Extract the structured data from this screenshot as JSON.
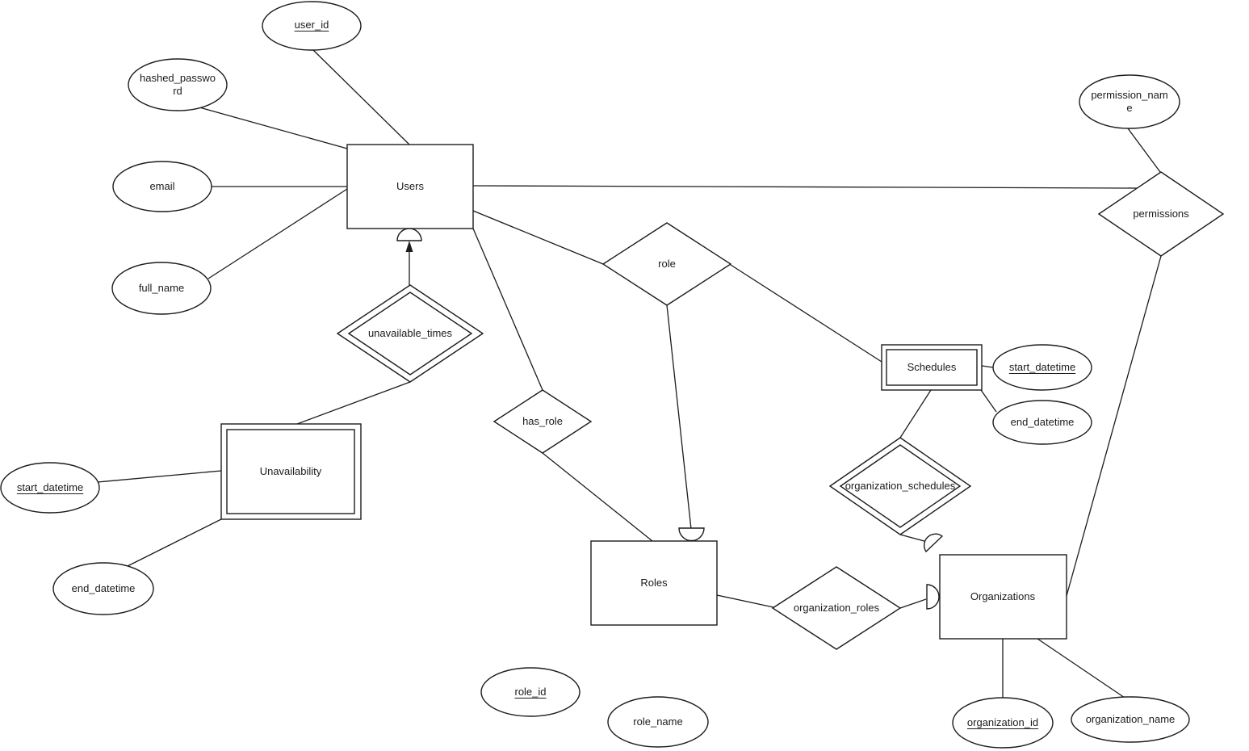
{
  "diagram": {
    "type": "entity-relationship-diagram",
    "entities": {
      "users": {
        "label": "Users",
        "weak": false
      },
      "unavailability": {
        "label": "Unavailability",
        "weak": true
      },
      "schedules": {
        "label": "Schedules",
        "weak": true
      },
      "roles": {
        "label": "Roles",
        "weak": false
      },
      "organizations": {
        "label": "Organizations",
        "weak": false
      }
    },
    "relationships": {
      "role": {
        "label": "role",
        "identifying": false,
        "connects": [
          "Users",
          "Roles",
          "Schedules"
        ]
      },
      "has_role": {
        "label": "has_role",
        "identifying": false,
        "connects": [
          "Users",
          "Roles"
        ]
      },
      "permissions": {
        "label": "permissions",
        "identifying": false,
        "connects": [
          "Users",
          "Organizations"
        ]
      },
      "unavailable_times": {
        "label": "unavailable_times",
        "identifying": true,
        "connects": [
          "Users",
          "Unavailability"
        ]
      },
      "organization_schedules": {
        "label": "organization_schedules",
        "identifying": true,
        "connects": [
          "Schedules",
          "Organizations"
        ]
      },
      "organization_roles": {
        "label": "organization_roles",
        "identifying": false,
        "connects": [
          "Roles",
          "Organizations"
        ]
      }
    },
    "attributes": {
      "user_id": {
        "label": "user_id",
        "primary_key": true,
        "owner": "Users"
      },
      "hashed_password": {
        "label": "hashed_password",
        "primary_key": false,
        "owner": "Users"
      },
      "email": {
        "label": "email",
        "primary_key": false,
        "owner": "Users"
      },
      "full_name": {
        "label": "full_name",
        "primary_key": false,
        "owner": "Users"
      },
      "permission_name": {
        "label": "permission_name",
        "primary_key": false,
        "owner": "permissions"
      },
      "schedules_start_datetime": {
        "label": "start_datetime",
        "primary_key": true,
        "owner": "Schedules"
      },
      "schedules_end_datetime": {
        "label": "end_datetime",
        "primary_key": false,
        "owner": "Schedules"
      },
      "unavailability_start_datetime": {
        "label": "start_datetime",
        "primary_key": true,
        "owner": "Unavailability"
      },
      "unavailability_end_datetime": {
        "label": "end_datetime",
        "primary_key": false,
        "owner": "Unavailability"
      },
      "role_id": {
        "label": "role_id",
        "primary_key": true,
        "owner": "Roles"
      },
      "role_name": {
        "label": "role_name",
        "primary_key": false,
        "owner": "Roles"
      },
      "organization_id": {
        "label": "organization_id",
        "primary_key": true,
        "owner": "Organizations"
      },
      "organization_name": {
        "label": "organization_name",
        "primary_key": false,
        "owner": "Organizations"
      }
    }
  }
}
